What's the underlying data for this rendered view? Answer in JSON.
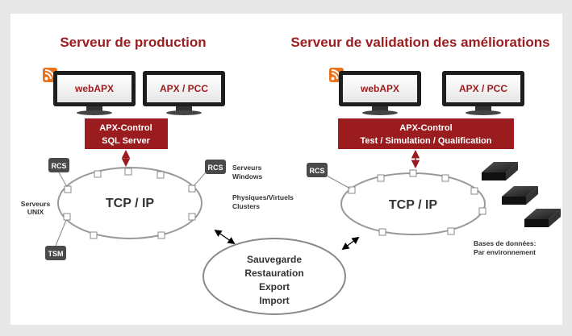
{
  "left": {
    "title": "Serveur de production",
    "monitor1": "webAPX",
    "monitor2": "APX / PCC",
    "control_line1": "APX-Control",
    "control_line2": "SQL Server",
    "rcs_left": "RCS",
    "rcs_right": "RCS",
    "tsm": "TSM",
    "network": "TCP / IP",
    "unix_line1": "Serveurs",
    "unix_line2": "UNIX",
    "windows_line1": "Serveurs",
    "windows_line2": "Windows",
    "physical_line1": "Physiques/Virtuels",
    "physical_line2": "Clusters"
  },
  "right": {
    "title": "Serveur de validation des améliorations",
    "monitor1": "webAPX",
    "monitor2": "APX / PCC",
    "control_line1": "APX-Control",
    "control_line2": "Test / Simulation / Qualification",
    "rcs": "RCS",
    "network": "TCP / IP",
    "db_line1": "Bases de données:",
    "db_line2": "Par environnement"
  },
  "center": {
    "line1": "Sauvegarde",
    "line2": "Restauration",
    "line3": "Export",
    "line4": "Import"
  },
  "colors": {
    "accent": "#9b1c1f",
    "rss": "#e8731a",
    "dark_box": "#4a4a4a",
    "background": "#e8e8e8"
  },
  "icons": [
    "rss-icon",
    "monitor-icon",
    "server-box-icon"
  ]
}
